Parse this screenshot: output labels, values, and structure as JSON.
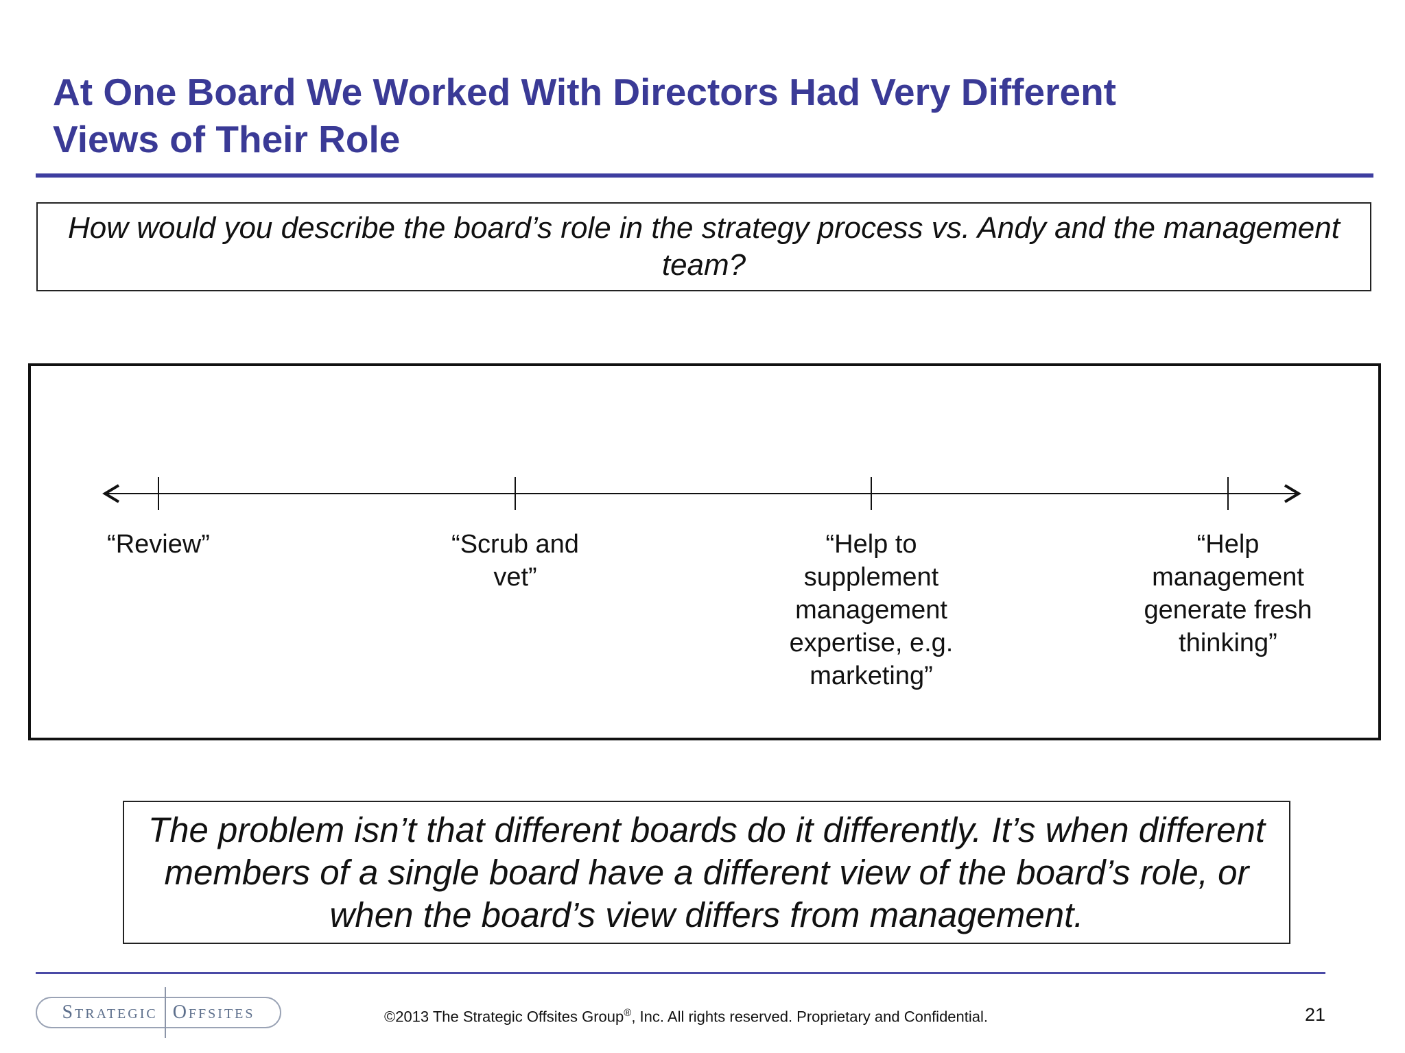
{
  "title": {
    "line1": "At One Board We Worked With Directors Had Very Different",
    "line2": "Views of Their Role"
  },
  "question": "How would you describe the board’s role in the strategy process vs. Andy and the management team?",
  "spectrum": {
    "labels": [
      "“Review”",
      "“Scrub and vet”",
      "“Help to supplement management expertise, e.g. marketing”",
      "“Help management generate fresh thinking”"
    ]
  },
  "conclusion": "The problem isn’t that different boards do it differently.  It’s when different members of a single board have a different view of the board’s role, or when the board’s view differs from management.",
  "footer": {
    "logo_left": "Strategic",
    "logo_right": "Offsites",
    "copyright_pre": "©2013 The Strategic Offsites Group",
    "registered_mark": "®",
    "copyright_post": ", Inc.  All rights reserved. Proprietary and Confidential.",
    "page_number": "21"
  },
  "colors": {
    "title": "#3a3a96",
    "rule": "#3e3ea0",
    "logo": "#5d6f8c"
  }
}
